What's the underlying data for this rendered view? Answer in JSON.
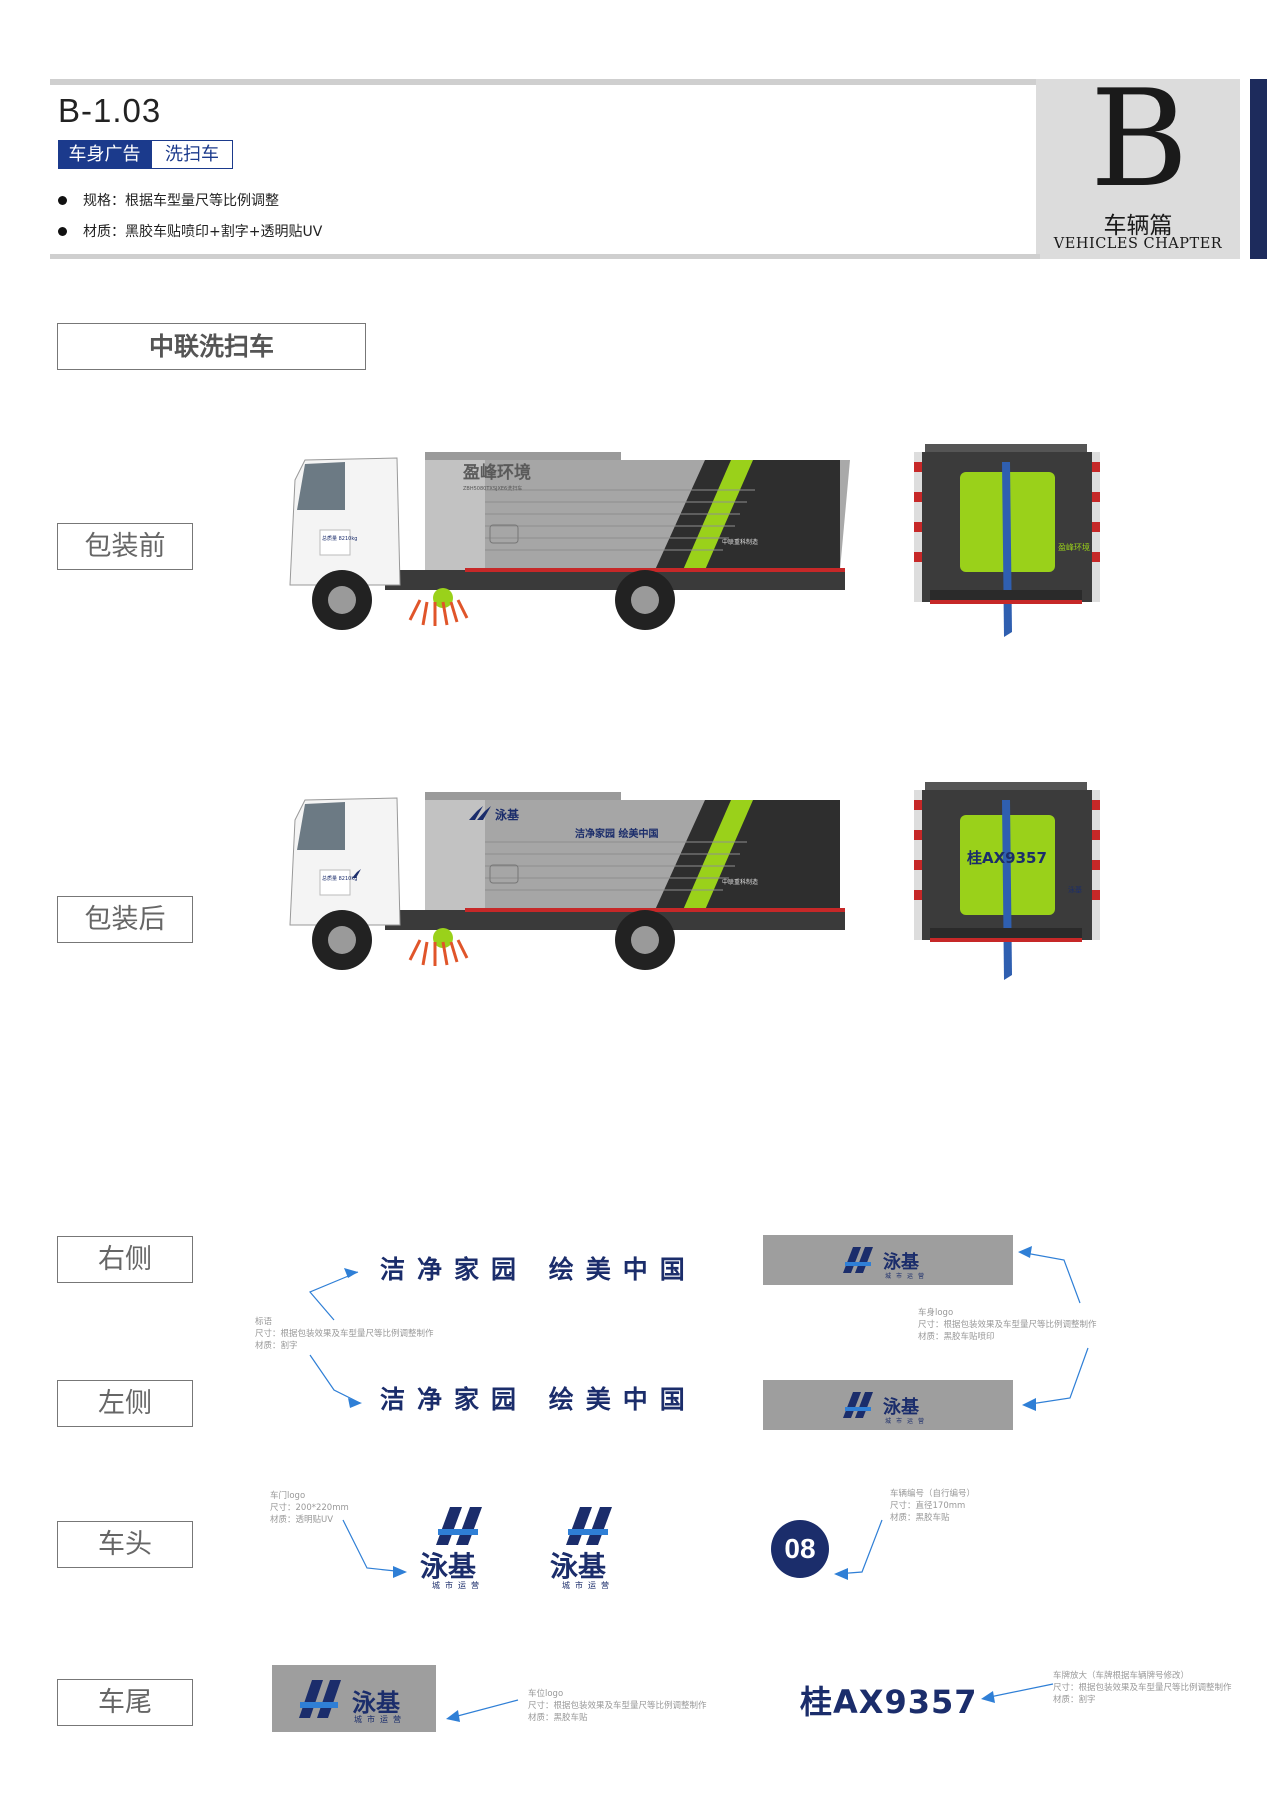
{
  "header": {
    "code": "B-1.03",
    "tag_primary": "车身广告",
    "tag_secondary": "洗扫车",
    "specs": [
      "规格：根据车型量尺等比例调整",
      "材质：黑胶车贴喷印+割字+透明贴UV"
    ],
    "chapter_letter": "B",
    "chapter_cn": "车辆篇",
    "chapter_en": "VEHICLES CHAPTER"
  },
  "section_title": "中联洗扫车",
  "labels": {
    "before": "包装前",
    "after": "包装后",
    "right": "右侧",
    "left": "左侧",
    "front": "车头",
    "rear": "车尾"
  },
  "before_truck": {
    "brand": "盈峰环境",
    "subtitle": "ZBH5080TXSJXE6洗扫车",
    "maker": "中联重科制造",
    "door_text": "总质量 8210kg",
    "rear_brand": "盈峰环境"
  },
  "after_truck": {
    "logo": "泳基",
    "slogan": "洁净家园  绘美中国",
    "maker": "中联重科制造",
    "door_text": "总质量 8210kg",
    "rear_plate": "桂AX9357",
    "rear_logo": "泳基"
  },
  "slogan_text": "洁净家园  绘美中国",
  "logo": {
    "name": "泳基",
    "sub": "城市运营"
  },
  "notes": {
    "slogan": [
      "标语",
      "尺寸：根据包装效果及车型量尺等比例调整制作",
      "材质：割字"
    ],
    "body_logo": [
      "车身logo",
      "尺寸：根据包装效果及车型量尺等比例调整制作",
      "材质：黑胶车贴喷印"
    ],
    "door_logo": [
      "车门logo",
      "尺寸：200*220mm",
      "材质：透明贴UV"
    ],
    "vehicle_number": [
      "车辆编号（自行编号）",
      "尺寸：直径170mm",
      "材质：黑胶车贴"
    ],
    "rear_logo": [
      "车位logo",
      "尺寸：根据包装效果及车型量尺等比例调整制作",
      "材质：黑胶车贴"
    ],
    "plate_enlarge": [
      "车牌放大（车牌根据车辆牌号修改）",
      "尺寸：根据包装效果及车型量尺等比例调整制作",
      "材质：割字"
    ]
  },
  "vehicle_number": "08",
  "plate_number": "桂AX9357",
  "colors": {
    "navy": "#1b2d6b",
    "tag_blue": "#1b3a8c",
    "lime": "#9ad11a",
    "plate_grey": "#9e9e9e",
    "accent_blue": "#2f7fd6"
  }
}
